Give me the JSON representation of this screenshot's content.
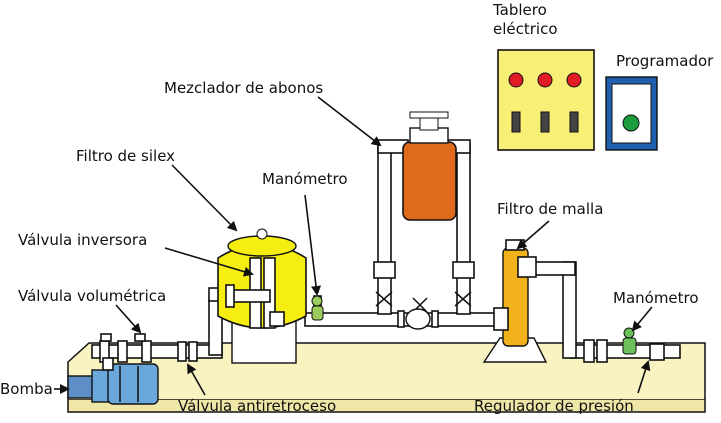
{
  "labels": {
    "tablero_line1": "Tablero",
    "tablero_line2": "eléctrico",
    "programador": "Programador",
    "mezclador": "Mezclador de abonos",
    "filtro_silex": "Filtro de silex",
    "manometro_1": "Manómetro",
    "filtro_malla": "Filtro de malla",
    "valvula_inversora": "Válvula inversora",
    "manometro_2": "Manómetro",
    "valvula_volumetrica": "Válvula volumétrica",
    "bomba": "Bomba",
    "valvula_antiretroceso": "Válvula antiretroceso",
    "regulador_presion": "Regulador de presión"
  },
  "colors": {
    "ground": "#f8f3c0",
    "panel": "#f7ef76",
    "filter": "#f5ee10",
    "mixer": "#e06a1c",
    "mesh_filter": "#f2b21c",
    "pump": "#6aa8dc",
    "led_red": "#e01c24",
    "led_green": "#1c9c3c",
    "programmer_frame": "#1f5fb0"
  }
}
